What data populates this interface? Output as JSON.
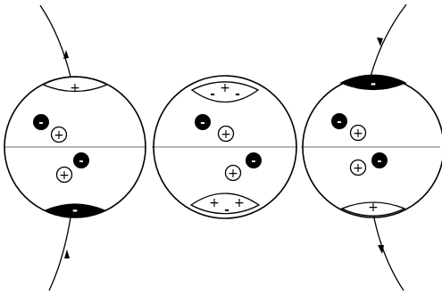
{
  "diagram": {
    "panels": [
      {
        "name": "left",
        "top_cap": {
          "filled": false,
          "signs": [
            "+"
          ]
        },
        "bottom_cap": {
          "filled": true,
          "signs": [
            "-"
          ]
        },
        "upper_pair": {
          "negative": "-",
          "positive": "+"
        },
        "lower_pair": {
          "negative": "-",
          "positive": "+"
        },
        "field_arrows": [
          "up",
          "up"
        ]
      },
      {
        "name": "middle",
        "top_cap": {
          "filled": false,
          "signs": [
            "-",
            "+",
            "-"
          ]
        },
        "bottom_cap": {
          "filled": false,
          "signs": [
            "+",
            "-",
            "+"
          ]
        },
        "upper_pair": {
          "negative": "-",
          "positive": "+"
        },
        "lower_pair": {
          "negative": "-",
          "positive": "+"
        },
        "field_arrows": []
      },
      {
        "name": "right",
        "top_cap": {
          "filled": true,
          "signs": [
            "-"
          ]
        },
        "bottom_cap": {
          "filled": false,
          "signs": [
            "+"
          ]
        },
        "upper_pair": {
          "negative": "-",
          "positive": "+"
        },
        "lower_pair": {
          "negative": "-",
          "positive": "+"
        },
        "field_arrows": [
          "down",
          "down"
        ]
      }
    ],
    "colors": {
      "outline": "#000000",
      "equator": "#a0a0a0",
      "fill_dark": "#000000",
      "fill_light": "#ffffff"
    }
  }
}
